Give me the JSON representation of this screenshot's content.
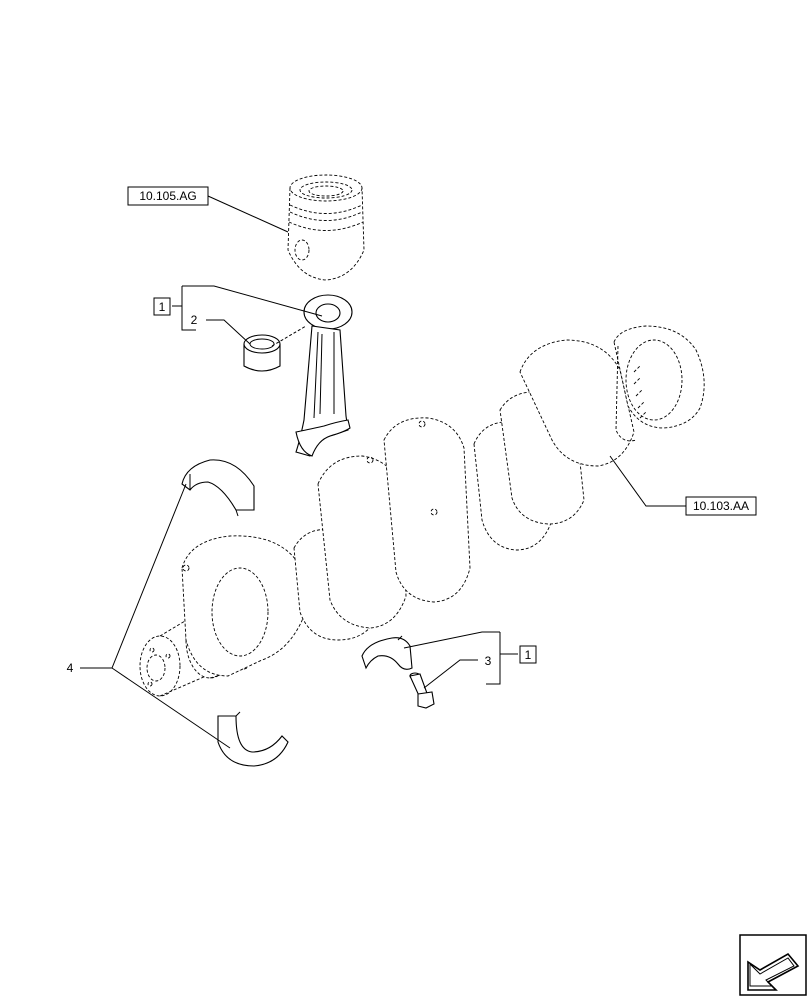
{
  "references": {
    "piston": "10.105.AG",
    "crankshaft": "10.103.AA"
  },
  "callouts": {
    "rod_group_box": "1",
    "bushing": "2",
    "bolt": "3",
    "bearings": "4",
    "cap_group_box": "1"
  },
  "nav": {
    "icon": "next-page-arrow-icon"
  }
}
